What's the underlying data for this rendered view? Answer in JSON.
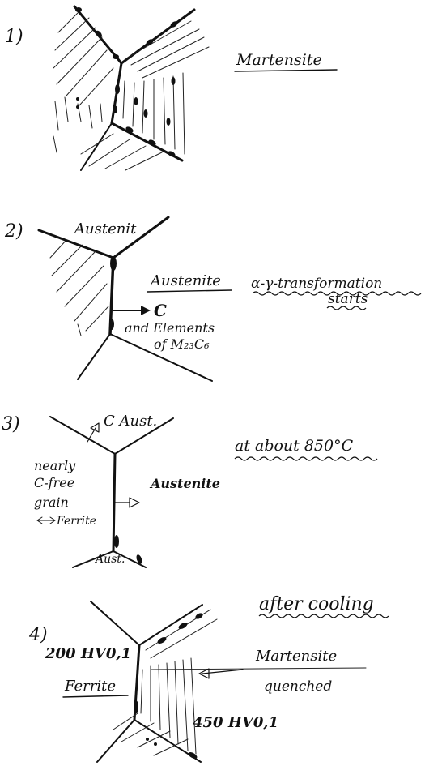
{
  "panels": [
    {
      "number": "1)",
      "labels": {
        "main": "Martensite"
      }
    },
    {
      "number": "2)",
      "labels": {
        "top": "Austenit",
        "right": "Austenite",
        "arrow": "C",
        "elements1": "and Elements",
        "elements2": "of M₂₃C₆",
        "note1": "α-γ-transformation",
        "note2": "starts"
      }
    },
    {
      "number": "3)",
      "labels": {
        "top": "C Aust.",
        "right": "Austenite",
        "temp": "at about 850°C",
        "left1": "nearly",
        "left2": "C-free",
        "left3": "grain",
        "left4": "Ferrite",
        "bottom": "Aust."
      }
    },
    {
      "number": "4)",
      "labels": {
        "title": "after cooling",
        "hv_top": "200 HV0,1",
        "ferrite": "Ferrite",
        "martensite": "Martensite",
        "quenched": "quenched",
        "hv_bottom": "450 HV0,1"
      }
    }
  ]
}
